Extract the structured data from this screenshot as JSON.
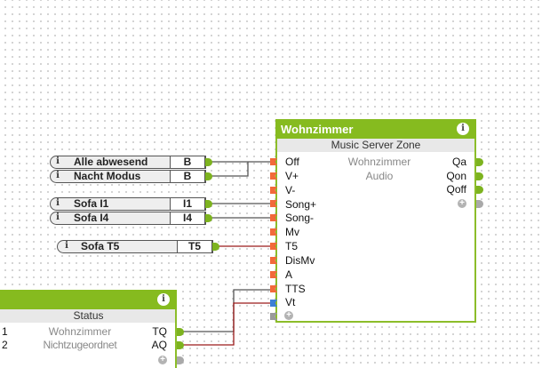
{
  "canvas": {
    "grid": "dotted"
  },
  "colors": {
    "block_header": "#86bb1f",
    "input_pin": "#f26a3a",
    "text_input_pin": "#3c7fd6",
    "output_pin": "#7db31f",
    "wire_digital": "#555555",
    "wire_text": "#9b1b1b"
  },
  "blocks": {
    "wohnzimmer": {
      "title": "Wohnzimmer",
      "info_icon": "i",
      "subtitle": "Music Server Zone",
      "center_lines": [
        "Wohnzimmer",
        "Audio"
      ],
      "inputs": [
        "Off",
        "V+",
        "V-",
        "Song+",
        "Song-",
        "Mv",
        "T5",
        "DisMv",
        "A",
        "TTS",
        "Vt"
      ],
      "outputs": [
        "Qa",
        "Qon",
        "Qoff"
      ],
      "add_icon": "+"
    },
    "status": {
      "title": "Status",
      "title_visible": "atus",
      "info_icon": "i",
      "subtitle": "Status",
      "rows": [
        {
          "index": "1",
          "text": "Wohnzimmer",
          "output": "TQ"
        },
        {
          "index": "2",
          "text": "Nichtzugeordnet",
          "output": "AQ"
        }
      ],
      "add_icon": "+"
    }
  },
  "references": [
    {
      "name": "Alle abwesend",
      "port": "B",
      "info_icon": "i"
    },
    {
      "name": "Nacht Modus",
      "port": "B",
      "info_icon": "i"
    },
    {
      "name": "Sofa I1",
      "port": "I1",
      "info_icon": "i"
    },
    {
      "name": "Sofa I4",
      "port": "I4",
      "info_icon": "i"
    },
    {
      "name": "Sofa T5",
      "port": "T5",
      "info_icon": "i"
    }
  ]
}
